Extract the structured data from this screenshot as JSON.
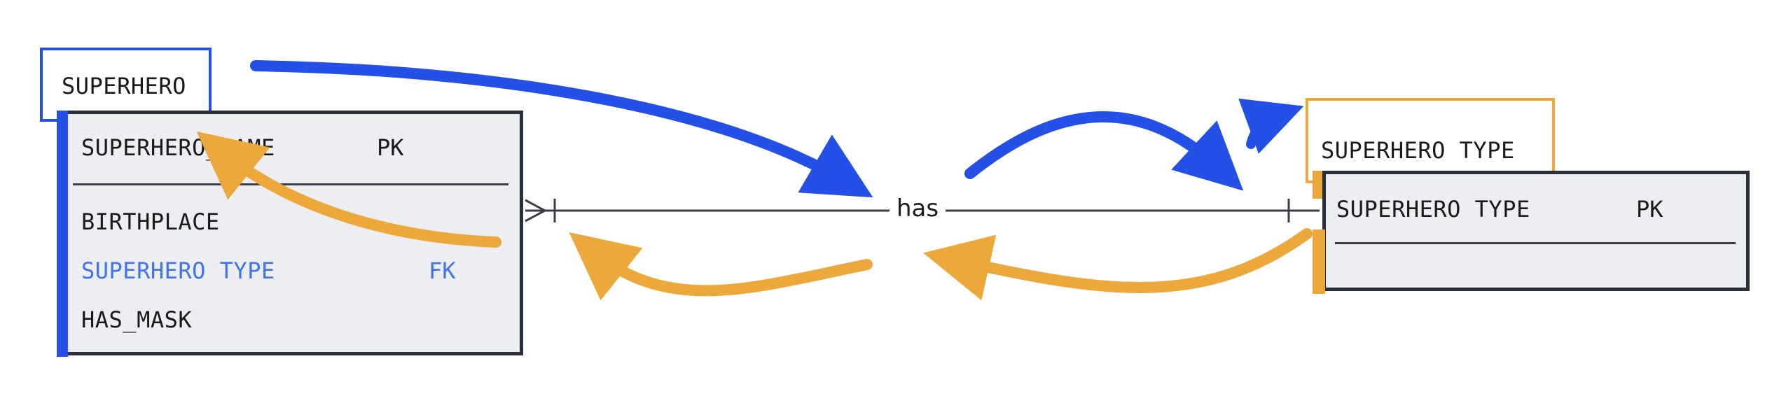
{
  "entities": {
    "superhero": {
      "title": "SUPERHERO",
      "primary_key": {
        "name": "SUPERHERO_NAME",
        "key": "PK"
      },
      "attributes": [
        {
          "name": "BIRTHPLACE",
          "key": ""
        },
        {
          "name": "SUPERHERO TYPE",
          "key": "FK"
        },
        {
          "name": "HAS_MASK",
          "key": ""
        }
      ]
    },
    "superhero_type": {
      "title": "SUPERHERO TYPE",
      "primary_key": {
        "name": "SUPERHERO TYPE",
        "key": "PK"
      }
    }
  },
  "relationship": {
    "label": "has",
    "from_cardinality": "many",
    "to_cardinality": "one"
  },
  "colors": {
    "blue": "#2550e8",
    "orange": "#eca83a",
    "fk_text": "#3f73f0",
    "entity_border": "#2b2f3c",
    "entity_fill": "#eceef2"
  }
}
